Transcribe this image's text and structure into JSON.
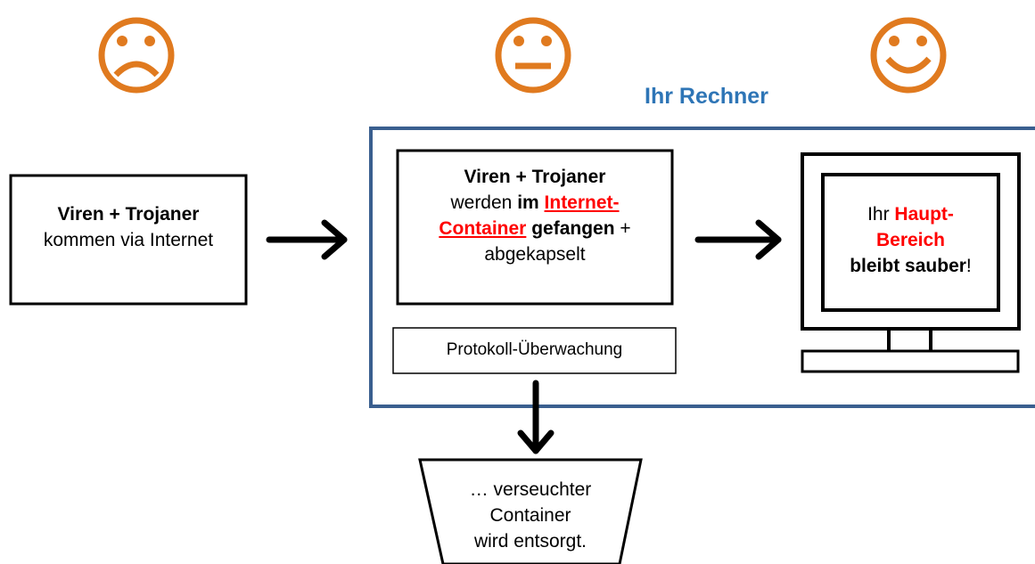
{
  "colors": {
    "face": "#e07a1f",
    "frame": "#3a5f8f",
    "title": "#2e75b6",
    "highlight": "#ff0000"
  },
  "faces": [
    {
      "icon": "sad-face-icon"
    },
    {
      "icon": "neutral-face-icon"
    },
    {
      "icon": "happy-face-icon"
    }
  ],
  "computer": {
    "title": "Ihr Rechner"
  },
  "box_internet": {
    "line1": "Viren + Trojaner",
    "line2": "kommen via Internet"
  },
  "box_container": {
    "line1": "Viren + Trojaner",
    "werden": "werden ",
    "im": "im ",
    "internet": "Internet-",
    "container": "Container",
    "gefangen": " gefangen",
    "plus": " +",
    "abgekapselt": "abgekapselt"
  },
  "protocol": {
    "label": "Protokoll-Überwachung"
  },
  "monitor": {
    "ihr": "Ihr ",
    "haupt": "Haupt-",
    "bereich": "Bereich",
    "bleibt": "bleibt sauber",
    "excl": "!"
  },
  "bin": {
    "line1": "… verseuchter",
    "line2": "Container",
    "line3": "wird entsorgt."
  }
}
